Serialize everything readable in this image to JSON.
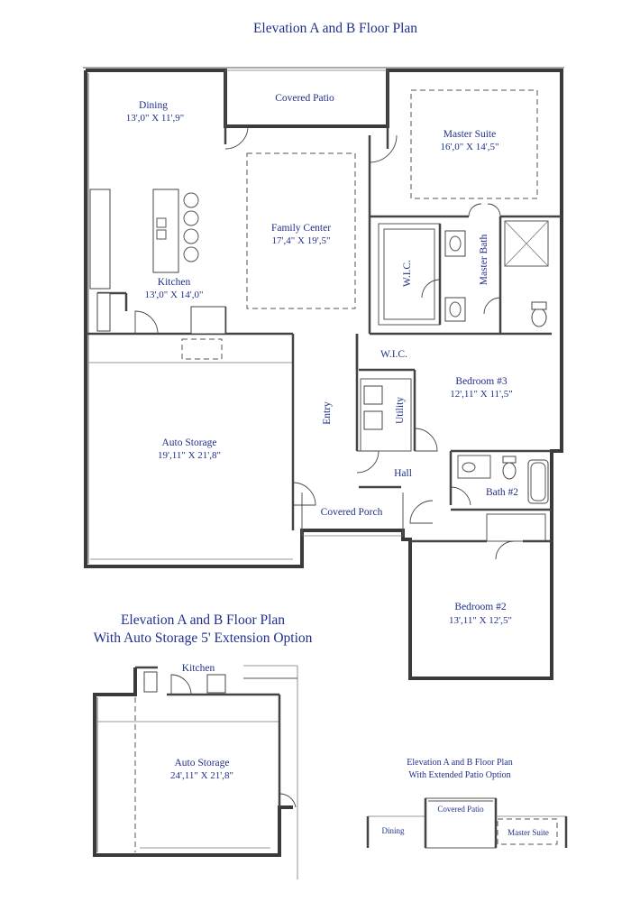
{
  "title": "Elevation A and B Floor Plan",
  "main_plan": {
    "rooms": {
      "dining": {
        "name": "Dining",
        "dims": "13',0\" X 11',9\""
      },
      "covered_patio": {
        "name": "Covered Patio"
      },
      "master_suite": {
        "name": "Master Suite",
        "dims": "16',0\" X 14',5\""
      },
      "family_center": {
        "name": "Family Center",
        "dims": "17',4\" X 19',5\""
      },
      "wic_master": {
        "name": "W.I.C."
      },
      "master_bath": {
        "name": "Master Bath"
      },
      "kitchen": {
        "name": "Kitchen",
        "dims": "13',0\" X 14',0\""
      },
      "wic_bed3": {
        "name": "W.I.C."
      },
      "bedroom3": {
        "name": "Bedroom #3",
        "dims": "12',11\" X 11',5\""
      },
      "auto_storage": {
        "name": "Auto Storage",
        "dims": "19',11\" X 21',8\""
      },
      "entry": {
        "name": "Entry"
      },
      "utility": {
        "name": "Utility"
      },
      "hall": {
        "name": "Hall"
      },
      "bath2": {
        "name": "Bath #2"
      },
      "covered_porch": {
        "name": "Covered Porch"
      },
      "bedroom2": {
        "name": "Bedroom #2",
        "dims": "13',11\" X 12',5\""
      }
    }
  },
  "extension_option": {
    "title_line1": "Elevation A and B Floor Plan",
    "title_line2": "With Auto Storage 5' Extension Option",
    "kitchen": "Kitchen",
    "auto_storage": "Auto Storage",
    "dims": "24',11\" X 21',8\""
  },
  "patio_option": {
    "title_line1": "Elevation A and B Floor Plan",
    "title_line2": "With Extended Patio Option",
    "covered_patio": "Covered Patio",
    "dining": "Dining",
    "master_suite": "Master Suite"
  },
  "colors": {
    "label": "#1f2f8a",
    "wall": "#3a3a3a"
  }
}
